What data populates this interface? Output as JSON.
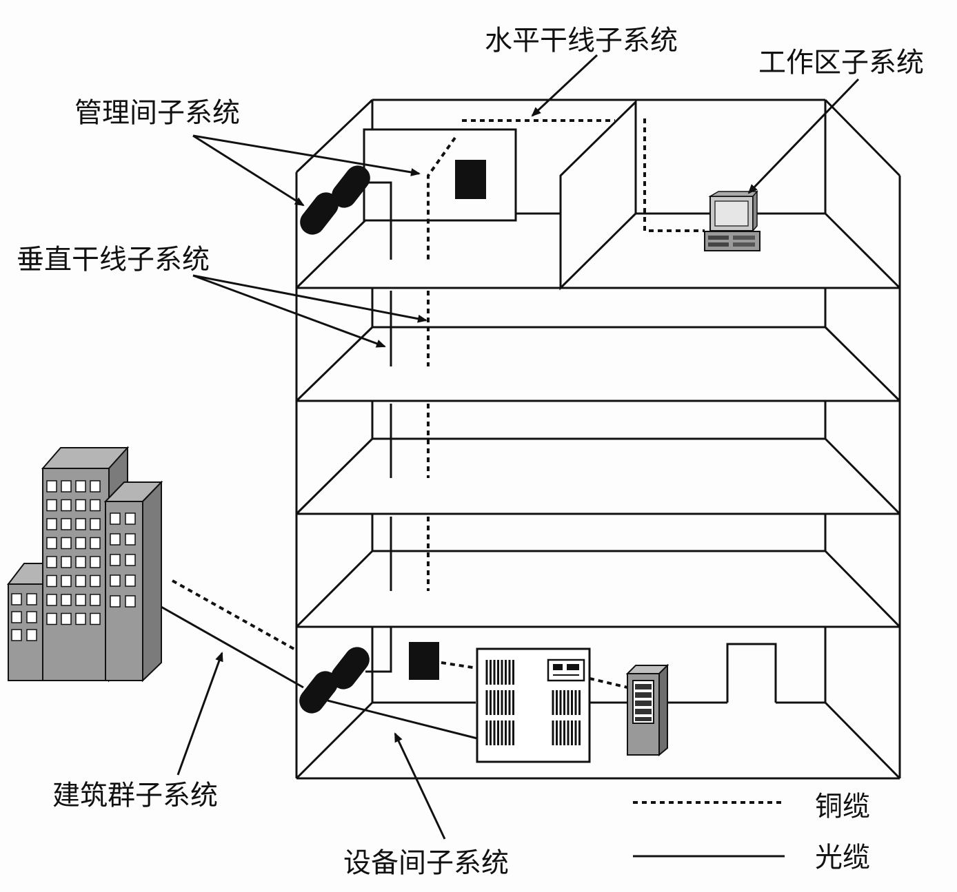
{
  "labels": {
    "horizontal": "水平干线子系统",
    "work_area": "工作区子系统",
    "management": "管理间子系统",
    "vertical": "垂直干线子系统",
    "building_group": "建筑群子系统",
    "equipment_room": "设备间子系统"
  },
  "legend": {
    "copper": "铜缆",
    "fiber": "光缆"
  },
  "colors": {
    "ink": "#111111",
    "building_face": "#9a9a9a",
    "building_side": "#7b7b7b",
    "building_top": "#b5b5b5"
  },
  "icons": [
    "patch-panel-icon",
    "computer-icon",
    "server-rack-icon",
    "switch-cabinet-icon",
    "building-cluster-icon"
  ]
}
